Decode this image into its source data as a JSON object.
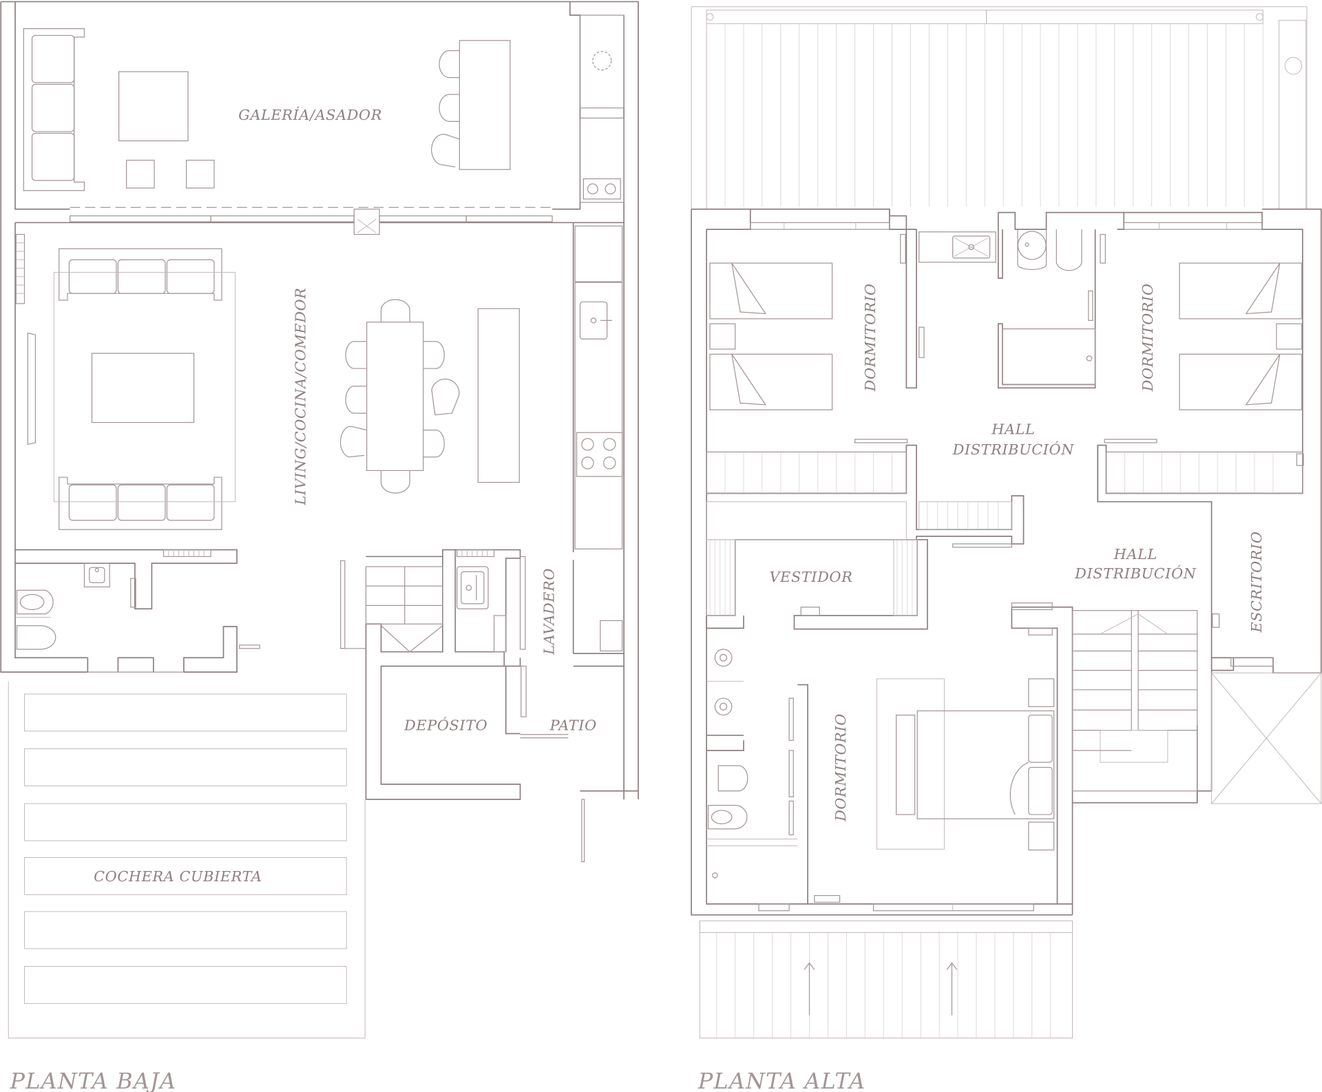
{
  "plans": {
    "ground": {
      "title": "PLANTA BAJA",
      "rooms": {
        "galeria": "GALERÍA/ASADOR",
        "living": "LIVING/COCINA/COMEDOR",
        "lavadero": "LAVADERO",
        "deposito": "DEPÓSITO",
        "patio": "PATIO",
        "cochera": "COCHERA CUBIERTA"
      }
    },
    "upper": {
      "title": "PLANTA ALTA",
      "rooms": {
        "dormitorio_left": "DORMITORIO",
        "dormitorio_right": "DORMITORIO",
        "hall_1_line1": "HALL",
        "hall_1_line2": "DISTRIBUCIÓN",
        "hall_2_line1": "HALL",
        "hall_2_line2": "DISTRIBUCIÓN",
        "vestidor": "VESTIDOR",
        "escritorio": "ESCRITORIO",
        "dormitorio_main": "DORMITORIO"
      }
    }
  }
}
